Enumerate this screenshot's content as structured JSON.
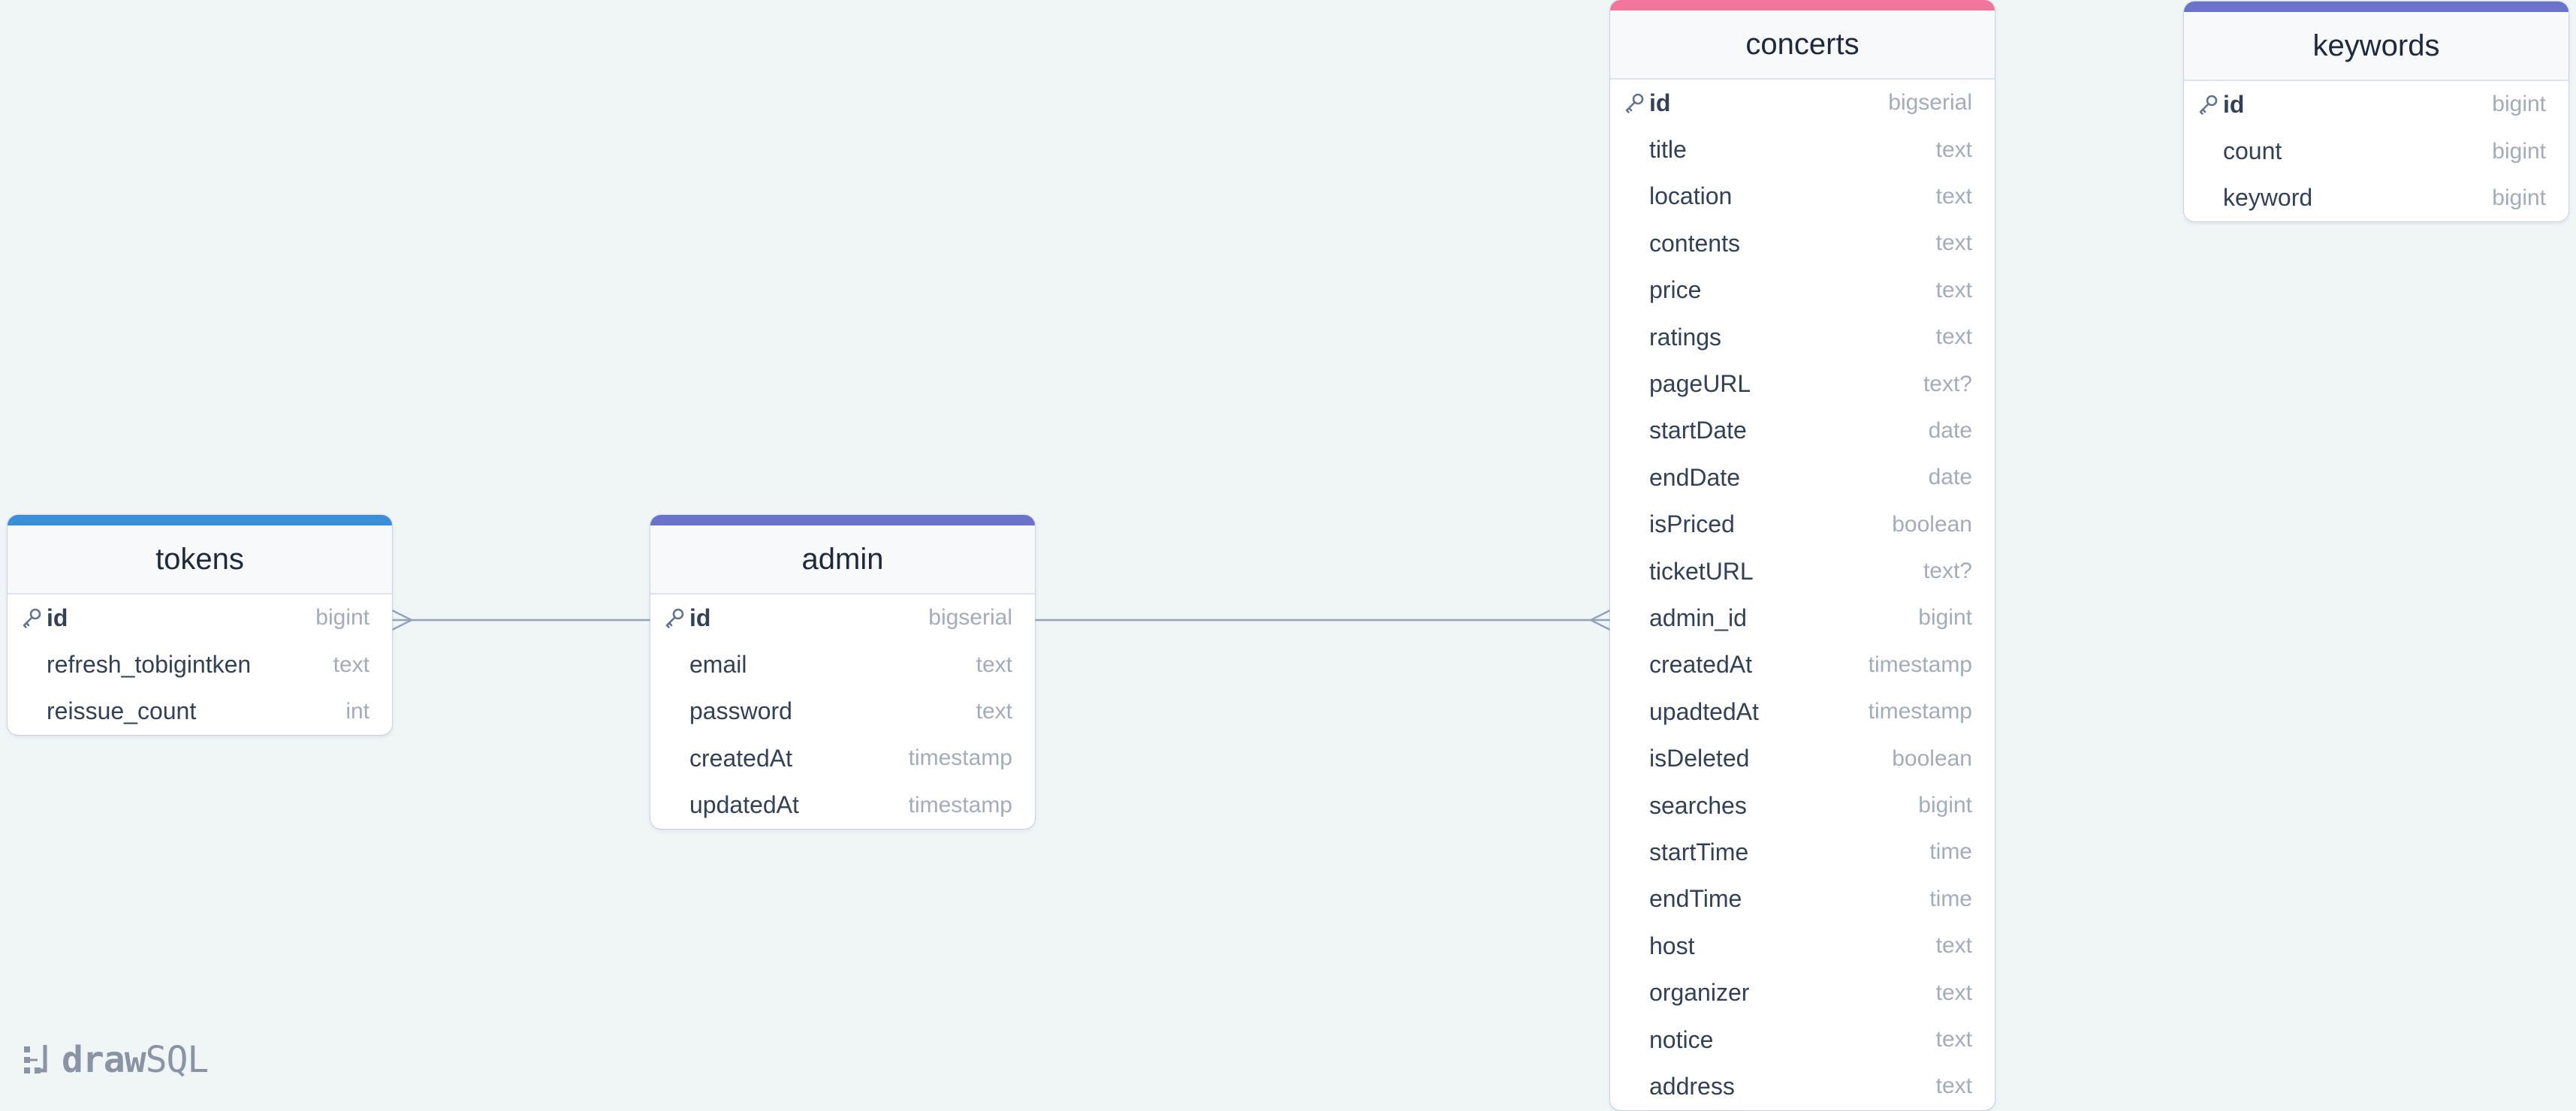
{
  "tables": {
    "tokens": {
      "name": "tokens",
      "accent": "#3b8fd8",
      "columns": [
        {
          "name": "id",
          "type": "bigint",
          "pk": true
        },
        {
          "name": "refresh_tobigintken",
          "type": "text"
        },
        {
          "name": "reissue_count",
          "type": "int"
        }
      ]
    },
    "admin": {
      "name": "admin",
      "accent": "#6a72c9",
      "columns": [
        {
          "name": "id",
          "type": "bigserial",
          "pk": true
        },
        {
          "name": "email",
          "type": "text"
        },
        {
          "name": "password",
          "type": "text"
        },
        {
          "name": "createdAt",
          "type": "timestamp"
        },
        {
          "name": "updatedAt",
          "type": "timestamp"
        }
      ]
    },
    "concerts": {
      "name": "concerts",
      "accent": "#f2769b",
      "columns": [
        {
          "name": "id",
          "type": "bigserial",
          "pk": true
        },
        {
          "name": "title",
          "type": "text"
        },
        {
          "name": "location",
          "type": "text"
        },
        {
          "name": "contents",
          "type": "text"
        },
        {
          "name": "price",
          "type": "text"
        },
        {
          "name": "ratings",
          "type": "text"
        },
        {
          "name": "pageURL",
          "type": "text?"
        },
        {
          "name": "startDate",
          "type": "date"
        },
        {
          "name": "endDate",
          "type": "date"
        },
        {
          "name": "isPriced",
          "type": "boolean"
        },
        {
          "name": "ticketURL",
          "type": "text?"
        },
        {
          "name": "admin_id",
          "type": "bigint"
        },
        {
          "name": "createdAt",
          "type": "timestamp"
        },
        {
          "name": "upadtedAt",
          "type": "timestamp"
        },
        {
          "name": "isDeleted",
          "type": "boolean"
        },
        {
          "name": "searches",
          "type": "bigint"
        },
        {
          "name": "startTime",
          "type": "time"
        },
        {
          "name": "endTime",
          "type": "time"
        },
        {
          "name": "host",
          "type": "text"
        },
        {
          "name": "organizer",
          "type": "text"
        },
        {
          "name": "notice",
          "type": "text"
        },
        {
          "name": "address",
          "type": "text"
        }
      ]
    },
    "keywords": {
      "name": "keywords",
      "accent": "#6a72c9",
      "columns": [
        {
          "name": "id",
          "type": "bigint",
          "pk": true
        },
        {
          "name": "count",
          "type": "bigint"
        },
        {
          "name": "keyword",
          "type": "bigint"
        }
      ]
    }
  },
  "relations": [
    {
      "from": "tokens",
      "to": "admin",
      "cardinality": "many-to-one"
    },
    {
      "from": "admin",
      "to": "concerts",
      "cardinality": "one-to-many"
    }
  ],
  "logo": {
    "name": "drawSQL",
    "text_bold": "draw",
    "text_regular": "SQL"
  },
  "colors": {
    "background": "#f0f5f8",
    "connector": "#94a3b8"
  }
}
